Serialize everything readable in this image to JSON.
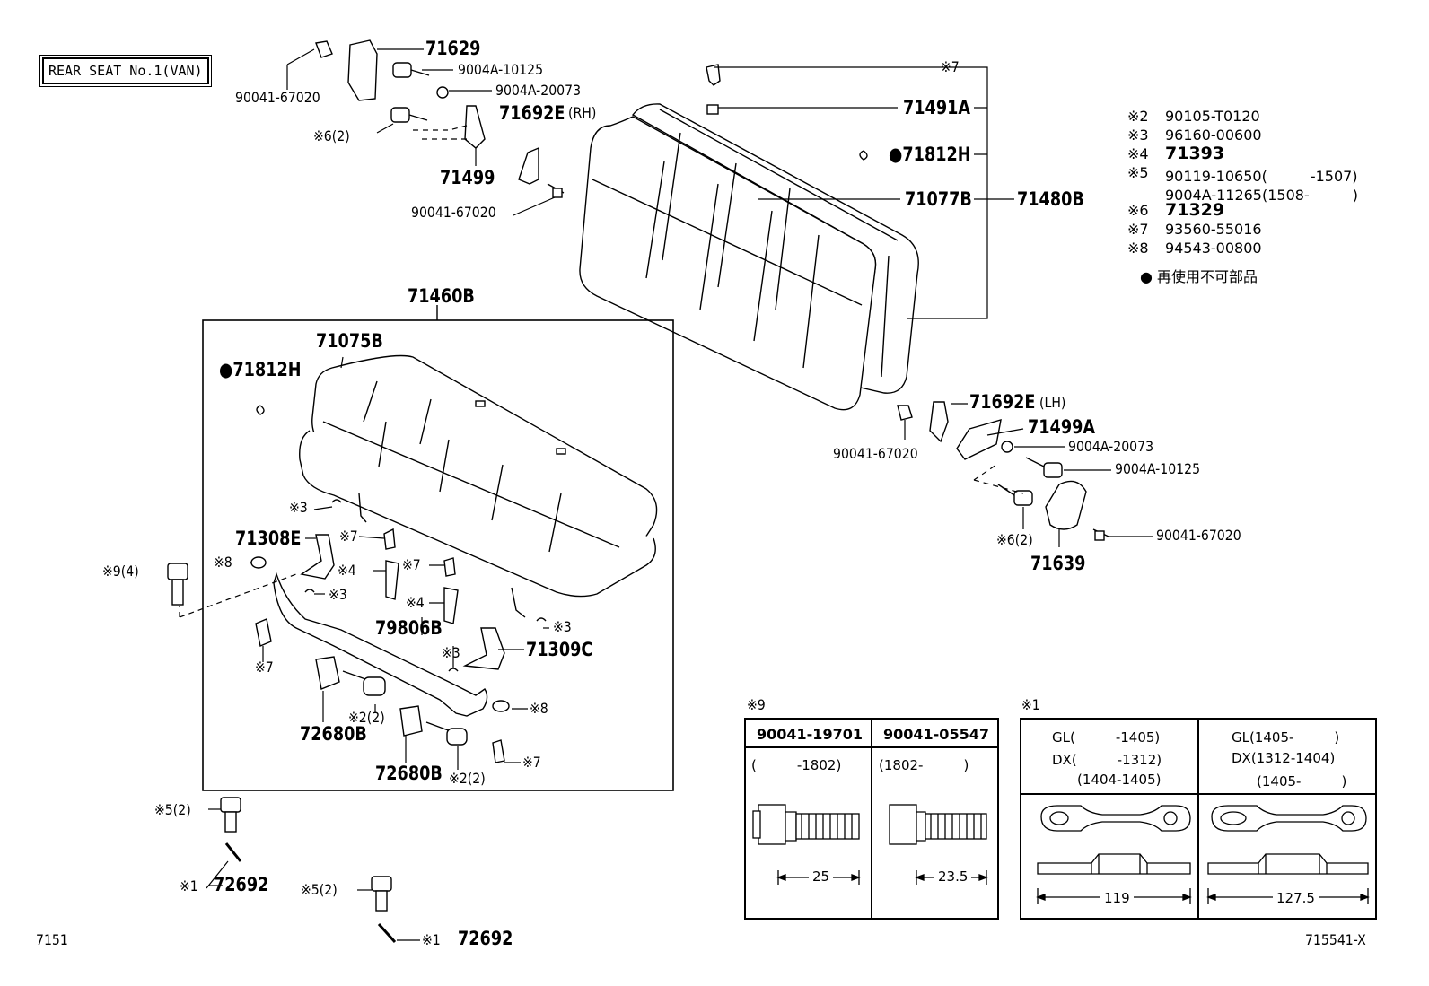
{
  "title_box": "REAR SEAT No.1(VAN)",
  "page_ref": "7151",
  "figure_ref": "715541-X",
  "assembly": "71460B",
  "top_left": {
    "p71629": "71629",
    "p90041_a": "90041-67020",
    "p9004A_10125": "9004A-10125",
    "p9004A_20073": "9004A-20073",
    "p71692E_rh": "71692E",
    "rh": "(RH)",
    "x6": "※6(2)",
    "p71499": "71499",
    "p90041_b": "90041-67020"
  },
  "backrest": {
    "x7": "※7",
    "p71491A": "71491A",
    "p71812H": "●71812H",
    "p71077B": "71077B",
    "p71480B": "71480B"
  },
  "notes": [
    {
      "mark": "※2",
      "part": "90105-T0120",
      "big": false
    },
    {
      "mark": "※3",
      "part": "96160-00600",
      "big": false
    },
    {
      "mark": "※4",
      "part": "71393",
      "big": true
    },
    {
      "mark": "※5",
      "part": "90119-10650(　　　-1507)",
      "big": false
    },
    {
      "mark": "",
      "part": "9004A-11265(1508-　　　)",
      "big": false
    },
    {
      "mark": "※6",
      "part": "71329",
      "big": true
    },
    {
      "mark": "※7",
      "part": "93560-55016",
      "big": false
    },
    {
      "mark": "※8",
      "part": "94543-00800",
      "big": false
    }
  ],
  "legend": "● 再使用不可部品",
  "right_hinge": {
    "p71692E_lh": "71692E",
    "lh": "(LH)",
    "p90041": "90041-67020",
    "p71499A": "71499A",
    "p9004A_20073": "9004A-20073",
    "p9004A_10125": "9004A-10125",
    "x6": "※6(2)",
    "p90041_c": "90041-67020",
    "p71639": "71639"
  },
  "cushion": {
    "p71075B": "71075B",
    "p71812H": "●71812H",
    "x3_a": "※3",
    "p71308E": "71308E",
    "x7_a": "※7",
    "x8_a": "※8",
    "x4_a": "※4",
    "x7_b": "※7",
    "x3_b": "※3",
    "x4_b": "※4",
    "p79806B": "79806B",
    "x3_c": "※3",
    "x3_d": "※3",
    "p71309C": "71309C",
    "x7_c": "※7",
    "x2_a": "※2(2)",
    "x8_b": "※8",
    "p72680B_a": "72680B",
    "p72680B_b": "72680B",
    "x2_b": "※2(2)",
    "x7_d": "※7",
    "x9": "※9(4)"
  },
  "bottom_left": {
    "x5_a": "※5(2)",
    "x1_a": "※1",
    "p72692_a": "72692",
    "x5_b": "※5(2)",
    "x1_b": "※1",
    "p72692_b": "72692"
  },
  "table9": {
    "label": "※9",
    "col1_part": "90041-19701",
    "col1_range": "(　　　-1802)",
    "col1_dim": "25",
    "col2_part": "90041-05547",
    "col2_range": "(1802-　　　)",
    "col2_dim": "23.5"
  },
  "table1": {
    "label": "※1",
    "col1_l1": "GL(　　　-1405)",
    "col1_l2": "DX(　　　-1312)",
    "col1_l3": "(1404-1405)",
    "col1_dim": "119",
    "col2_l1": "GL(1405-　　　)",
    "col2_l2": "DX(1312-1404)",
    "col2_l3": "(1405-　　　)",
    "col2_dim": "127.5"
  }
}
